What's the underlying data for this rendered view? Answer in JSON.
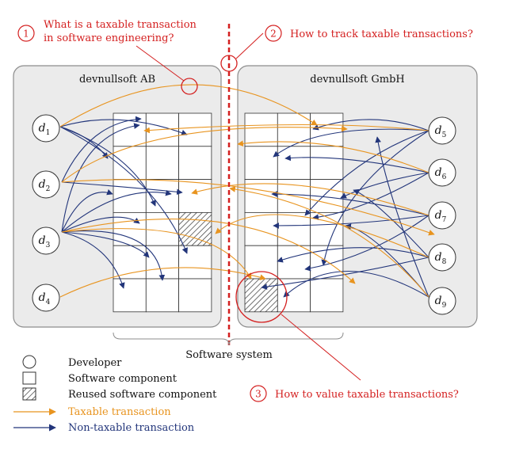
{
  "colors": {
    "taxable": "#e8941f",
    "nontaxable": "#22357a",
    "annotation": "#d42020",
    "company_fill": "#ebebeb",
    "company_stroke": "#8c8c8c"
  },
  "companies": {
    "left": {
      "name": "devnullsoft AB"
    },
    "right": {
      "name": "devnullsoft GmbH"
    }
  },
  "software_system_label": "Software system",
  "developers": [
    {
      "letter": "d",
      "sub": "1"
    },
    {
      "letter": "d",
      "sub": "2"
    },
    {
      "letter": "d",
      "sub": "3"
    },
    {
      "letter": "d",
      "sub": "4"
    },
    {
      "letter": "d",
      "sub": "5"
    },
    {
      "letter": "d",
      "sub": "6"
    },
    {
      "letter": "d",
      "sub": "7"
    },
    {
      "letter": "d",
      "sub": "8"
    },
    {
      "letter": "d",
      "sub": "9"
    }
  ],
  "questions": [
    {
      "number": "1",
      "line1": "What is a taxable transaction",
      "line2": "in software engineering?"
    },
    {
      "number": "2",
      "line1": "How to track taxable transactions?"
    },
    {
      "number": "3",
      "line1": "How to value taxable transactions?"
    }
  ],
  "legend": {
    "developer": "Developer",
    "component": "Software component",
    "reused_component": "Reused software component",
    "taxable": "Taxable transaction",
    "nontaxable": "Non-taxable transaction"
  }
}
